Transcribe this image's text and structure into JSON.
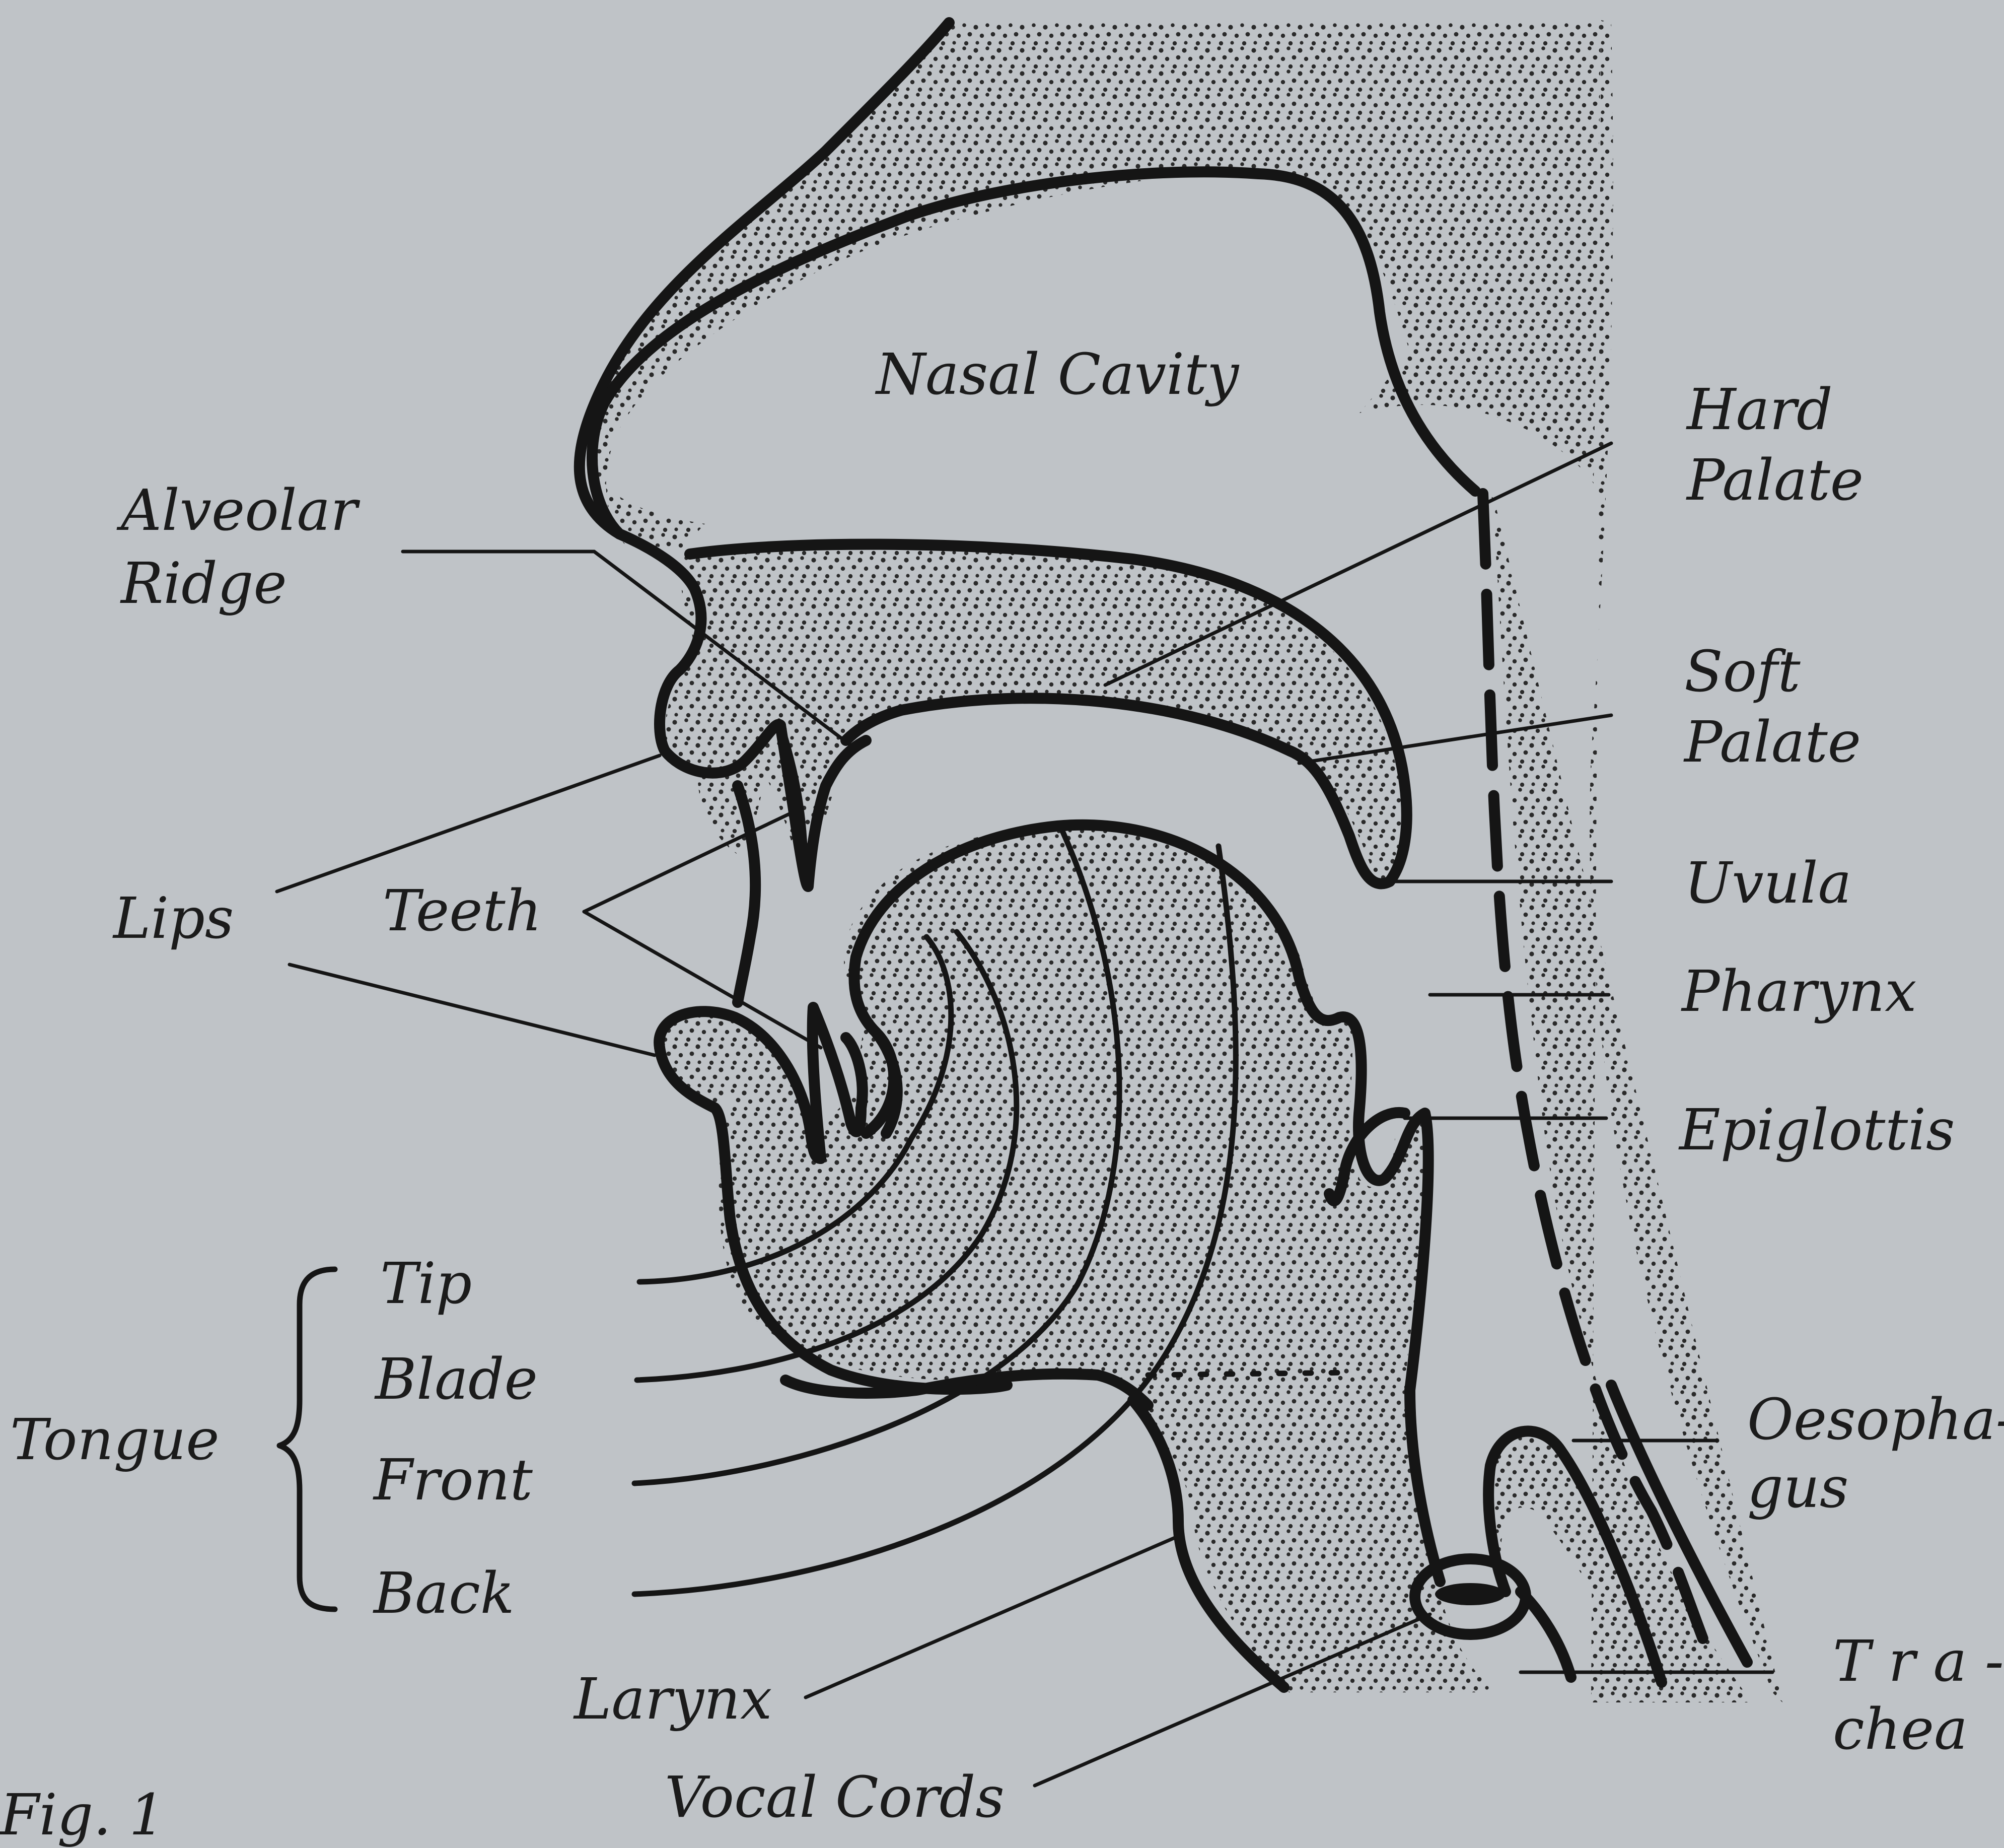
{
  "figure": {
    "caption_fragment": "Fig. 1",
    "colors": {
      "paper": "#bfc3c7",
      "ink": "#151515",
      "stipple": "#2a2a2a"
    },
    "labels": {
      "nasal_cavity": "Nasal Cavity",
      "alveolar_ridge": [
        "Alveolar",
        "Ridge"
      ],
      "hard_palate": [
        "Hard",
        "Palate"
      ],
      "soft_palate": [
        "Soft",
        "Palate"
      ],
      "uvula": "Uvula",
      "pharynx": "Pharynx",
      "epiglottis": "Epiglottis",
      "lips": "Lips",
      "teeth": "Teeth",
      "tongue": "Tongue",
      "tongue_parts": [
        "Tip",
        "Blade",
        "Front",
        "Back"
      ],
      "oesophagus": [
        "Oesopha-",
        "gus"
      ],
      "trachea": [
        "T r a -",
        "chea"
      ],
      "larynx": "Larynx",
      "vocal_cords": "Vocal Cords"
    }
  }
}
